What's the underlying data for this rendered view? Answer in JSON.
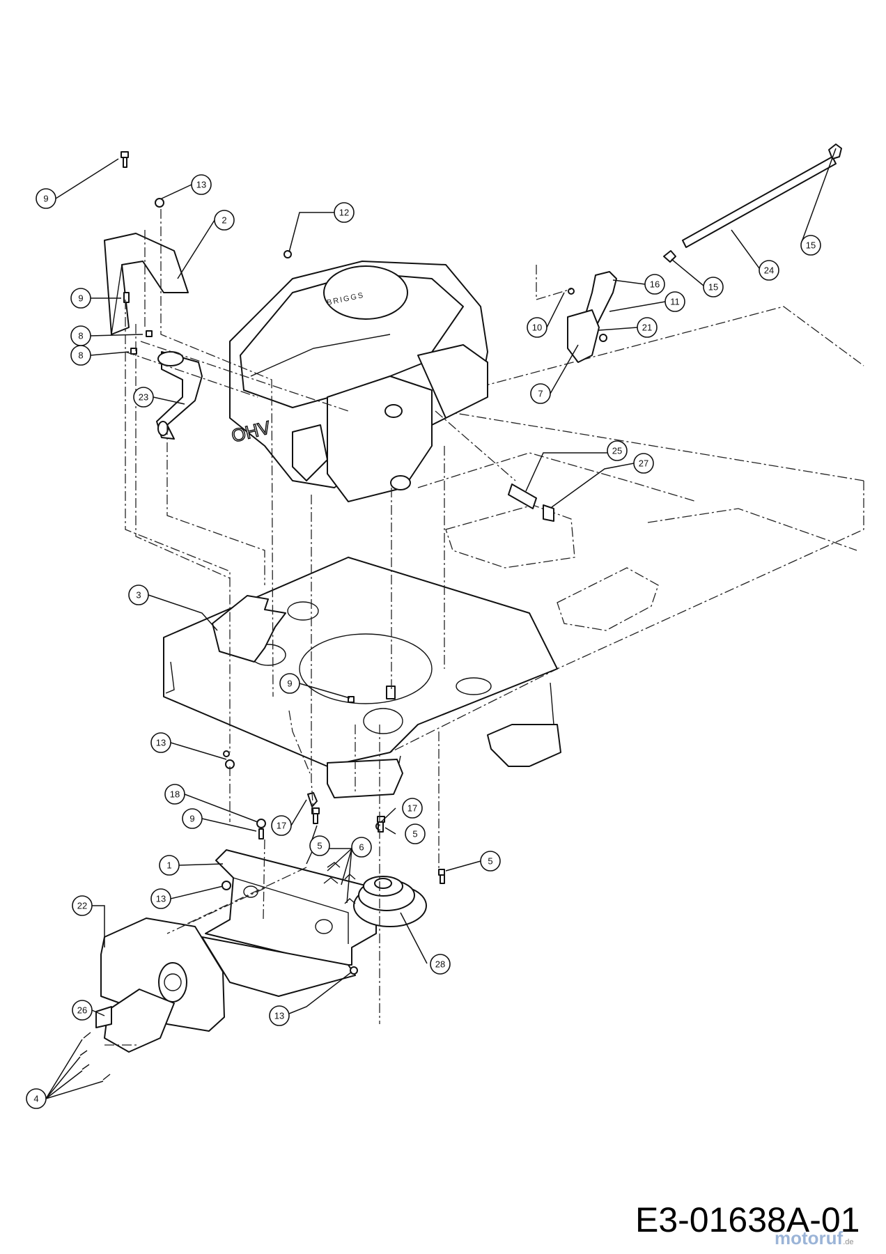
{
  "drawing_number": "E3-01638A-01",
  "watermark": {
    "name": "motoruf",
    "tld": ".de"
  },
  "engine_markings": {
    "brand": "BRIGGS",
    "type": "OHV"
  },
  "callouts": [
    {
      "id": "c-9-a",
      "label": "9"
    },
    {
      "id": "c-13-a",
      "label": "13"
    },
    {
      "id": "c-2",
      "label": "2"
    },
    {
      "id": "c-12",
      "label": "12"
    },
    {
      "id": "c-9-b",
      "label": "9"
    },
    {
      "id": "c-8-a",
      "label": "8"
    },
    {
      "id": "c-8-b",
      "label": "8"
    },
    {
      "id": "c-23",
      "label": "23"
    },
    {
      "id": "c-15-a",
      "label": "15"
    },
    {
      "id": "c-24",
      "label": "24"
    },
    {
      "id": "c-15-b",
      "label": "15"
    },
    {
      "id": "c-16",
      "label": "16"
    },
    {
      "id": "c-11",
      "label": "11"
    },
    {
      "id": "c-10",
      "label": "10"
    },
    {
      "id": "c-21",
      "label": "21"
    },
    {
      "id": "c-7",
      "label": "7"
    },
    {
      "id": "c-25",
      "label": "25"
    },
    {
      "id": "c-27",
      "label": "27"
    },
    {
      "id": "c-3",
      "label": "3"
    },
    {
      "id": "c-9-c",
      "label": "9"
    },
    {
      "id": "c-13-b",
      "label": "13"
    },
    {
      "id": "c-18",
      "label": "18"
    },
    {
      "id": "c-9-d",
      "label": "9"
    },
    {
      "id": "c-17-a",
      "label": "17"
    },
    {
      "id": "c-17-b",
      "label": "17"
    },
    {
      "id": "c-5-a",
      "label": "5"
    },
    {
      "id": "c-5-b",
      "label": "5"
    },
    {
      "id": "c-6",
      "label": "6"
    },
    {
      "id": "c-5-c",
      "label": "5"
    },
    {
      "id": "c-1",
      "label": "1"
    },
    {
      "id": "c-13-c",
      "label": "13"
    },
    {
      "id": "c-22",
      "label": "22"
    },
    {
      "id": "c-28",
      "label": "28"
    },
    {
      "id": "c-26",
      "label": "26"
    },
    {
      "id": "c-13-d",
      "label": "13"
    },
    {
      "id": "c-4",
      "label": "4"
    }
  ]
}
